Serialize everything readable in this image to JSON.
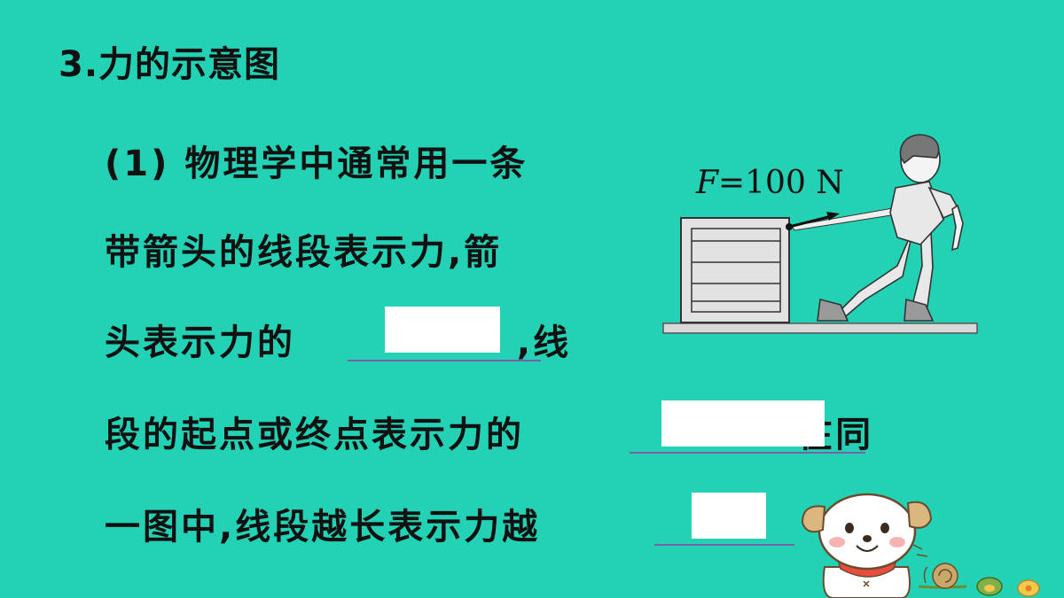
{
  "heading": {
    "number": "3",
    "dot": ".",
    "text": "力的示意图"
  },
  "paragraph": {
    "line1": "(1) 物理学中通常用一条",
    "line2": "带箭头的线段表示力,箭",
    "line3a": "头表示力的",
    "line3b": ",线",
    "line4a": "段的起点或终点表示力的",
    "line4b": ".在同",
    "line5a": "一图中,线段越长表示力越",
    "line5b": "."
  },
  "figure": {
    "force_var": "F",
    "force_rest": "=100 N"
  }
}
